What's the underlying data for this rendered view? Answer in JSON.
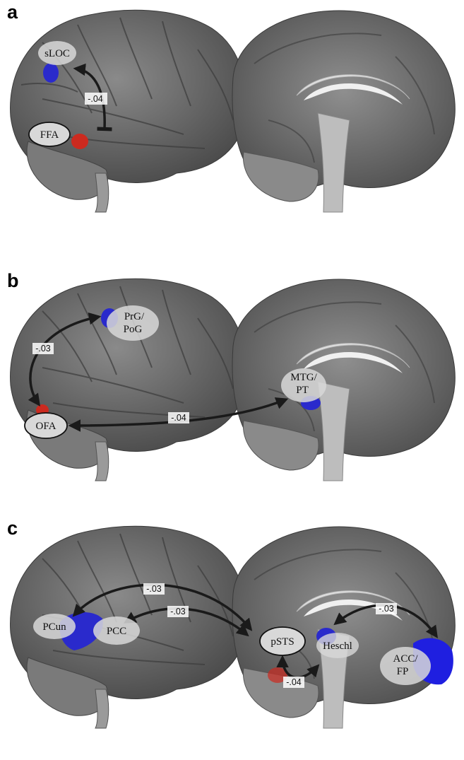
{
  "panels": [
    {
      "label": "a",
      "regions": [
        "sLOC",
        "FFA"
      ],
      "connections": [
        {
          "from": "FFA",
          "to": "sLOC",
          "weight": "-.04"
        }
      ]
    },
    {
      "label": "b",
      "regions": [
        "PrG/",
        "PoG",
        "OFA",
        "MTG/",
        "PT"
      ],
      "connections": [
        {
          "from": "OFA",
          "to": "PrG/PoG",
          "weight": "-.03"
        },
        {
          "from": "OFA",
          "to": "MTG/PT",
          "weight": "-.04"
        }
      ]
    },
    {
      "label": "c",
      "regions": [
        "PCun",
        "PCC",
        "pSTS",
        "Heschl",
        "ACC/",
        "FP"
      ],
      "connections": [
        {
          "from": "pSTS",
          "to": "PCun",
          "weight": "-.03"
        },
        {
          "from": "pSTS",
          "to": "PCC",
          "weight": "-.03"
        },
        {
          "from": "Heschl",
          "to": "ACC/FP",
          "weight": "-.03"
        },
        {
          "from": "pSTS",
          "to": "Heschl",
          "weight": "-.04"
        }
      ]
    }
  ],
  "colors": {
    "positive_region": "#cc2a1f",
    "negative_region": "#2a2acc",
    "brain_gray": "#6e6e6e",
    "label_ellipse_light": "#dcdcdc",
    "arrow": "#1a1a1a"
  }
}
